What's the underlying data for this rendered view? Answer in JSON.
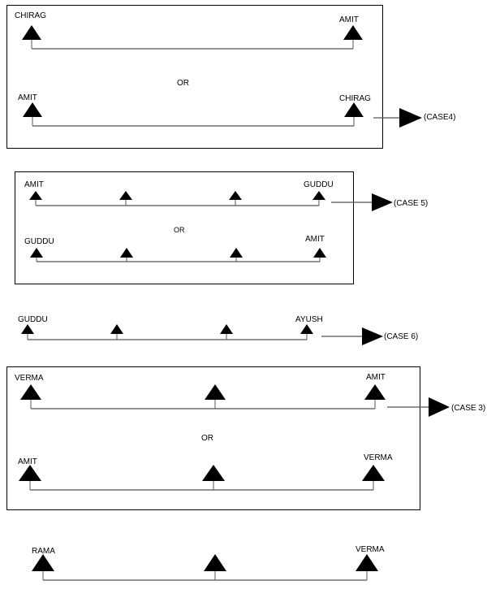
{
  "colors": {
    "ink": "#000000",
    "background": "#ffffff",
    "line": "#555555"
  },
  "boxes": [
    {
      "id": "box-case4"
    },
    {
      "id": "box-case5"
    },
    {
      "id": "box-case3"
    }
  ],
  "arrangements": [
    {
      "id": "case4-row1",
      "people": [
        "CHIRAG",
        "",
        "",
        "AMIT"
      ]
    },
    {
      "id": "case4-row2",
      "people": [
        "AMIT",
        "",
        "",
        "CHIRAG"
      ]
    },
    {
      "id": "case5-row1",
      "people": [
        "AMIT",
        "",
        "",
        "GUDDU"
      ]
    },
    {
      "id": "case5-row2",
      "people": [
        "GUDDU",
        "",
        "",
        "AMIT"
      ]
    },
    {
      "id": "case6-row1",
      "people": [
        "GUDDU",
        "",
        "",
        "AYUSH"
      ]
    },
    {
      "id": "case3-row1",
      "people": [
        "VERMA",
        "",
        "AMIT"
      ]
    },
    {
      "id": "case3-row2",
      "people": [
        "AMIT",
        "",
        "VERMA"
      ]
    },
    {
      "id": "final-row",
      "people": [
        "RAMA",
        "",
        "VERMA"
      ]
    }
  ],
  "or_labels": [
    "OR",
    "OR",
    "OR"
  ],
  "case_labels": [
    "(CASE4)",
    "(CASE 5)",
    "(CASE 6)",
    "(CASE 3)"
  ]
}
